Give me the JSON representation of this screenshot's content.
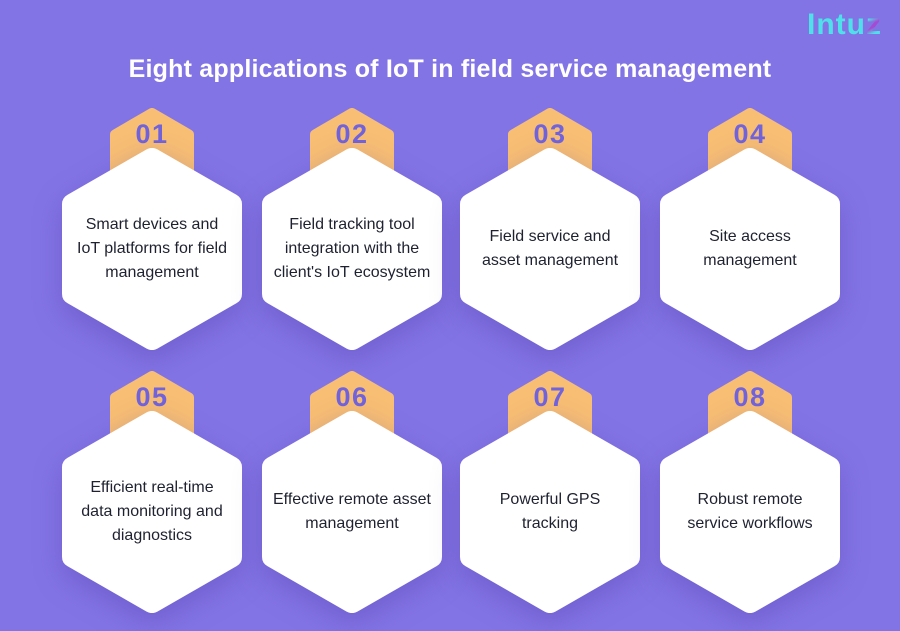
{
  "page": {
    "background": "#8374E5"
  },
  "logo": {
    "prefix": "Intu",
    "z": "z",
    "color": "#4EE1E9",
    "accent": "#A44BD3"
  },
  "title": {
    "text": "Eight applications of IoT in field service management",
    "color": "#FFFFFF"
  },
  "colors": {
    "badge_fill": "#F8BE74",
    "badge_number": "#7163DC",
    "card_fill": "#FFFFFF",
    "card_text": "#1E2130"
  },
  "cards": [
    {
      "number": "01",
      "label": "Smart devices and IoT platforms for field management"
    },
    {
      "number": "02",
      "label": "Field tracking tool integration with the client's IoT ecosystem"
    },
    {
      "number": "03",
      "label": "Field service and asset management"
    },
    {
      "number": "04",
      "label": "Site access management"
    },
    {
      "number": "05",
      "label": "Efficient real-time data monitoring and diagnostics"
    },
    {
      "number": "06",
      "label": "Effective remote asset management"
    },
    {
      "number": "07",
      "label": "Powerful GPS tracking"
    },
    {
      "number": "08",
      "label": "Robust remote service workflows"
    }
  ]
}
